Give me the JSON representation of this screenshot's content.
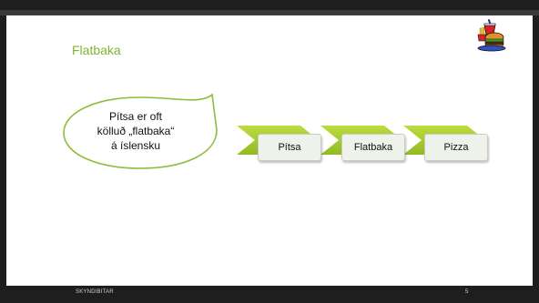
{
  "slide": {
    "title": "Flatbaka",
    "callout_lines": [
      "Pítsa er oft",
      "kölluð „flatbaka“",
      "á íslensku"
    ],
    "steps": [
      {
        "label": "Pítsa"
      },
      {
        "label": "Flatbaka"
      },
      {
        "label": "Pizza"
      }
    ],
    "icon": "hamburger-fries-drink-icon"
  },
  "footer": {
    "text": "SKYNDIBITAR",
    "page_number": "5"
  },
  "colors": {
    "accent_green": "#7fb534",
    "chevron_green": "#a6cc2e",
    "frame": "#1e1e1e"
  }
}
